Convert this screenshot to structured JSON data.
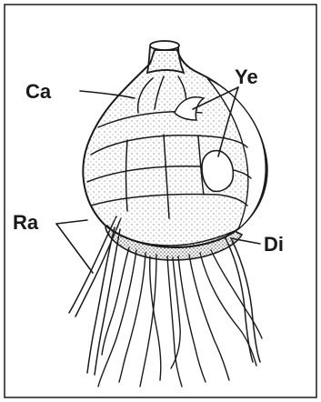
{
  "figure": {
    "labels": {
      "ca": "Ca",
      "ye": "Ye",
      "ra": "Ra",
      "di": "Di"
    }
  },
  "colors": {
    "ink": "#1a1a1a",
    "background": "#ffffff",
    "stipple": "#8a8a8a",
    "basal_plate": "#5a5a5a"
  }
}
